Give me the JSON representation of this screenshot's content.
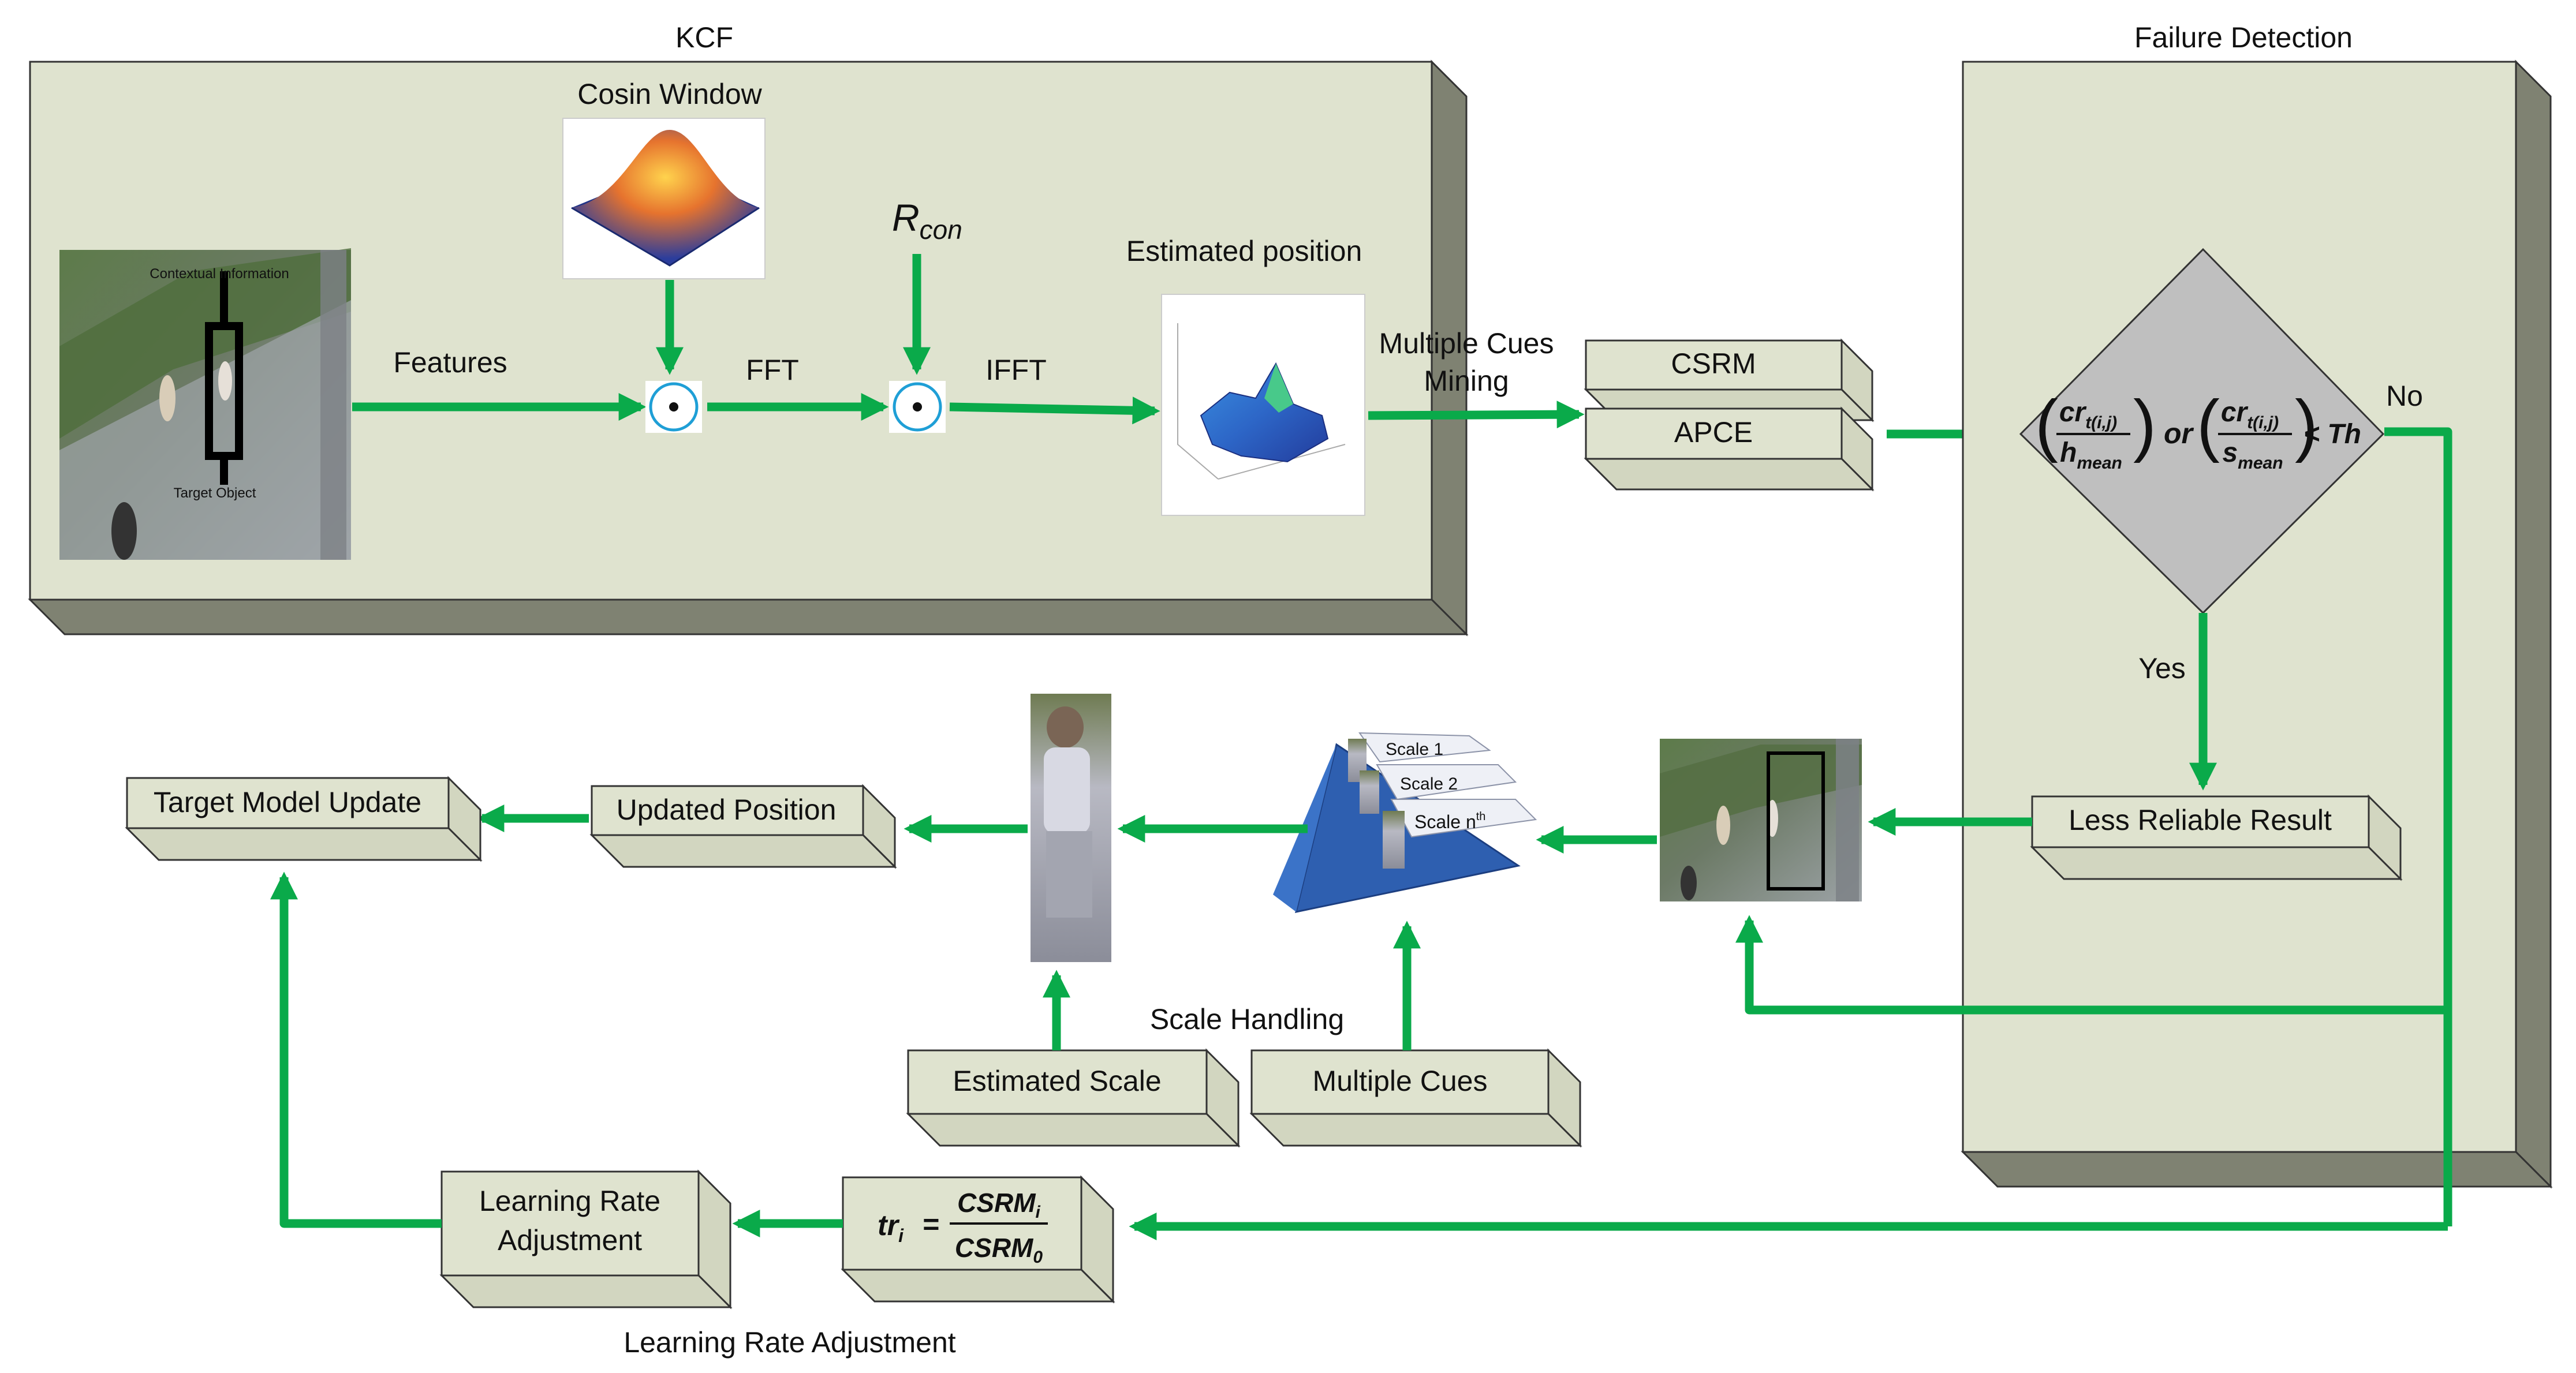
{
  "kcf": {
    "title": "KCF",
    "cosine_window_label": "Cosin Window",
    "features_label": "Features",
    "fft_label": "FFT",
    "r_con_symbol": "R",
    "r_con_subscript": "con",
    "ifft_label": "IFFT",
    "estimated_position_label": "Estimated position",
    "contextual_information_label": "Contextual Information",
    "target_object_label": "Target Object"
  },
  "cues": {
    "mining_label_line1": "Multiple Cues",
    "mining_label_line2": "Mining",
    "csrm_label": "CSRM",
    "apce_label": "APCE"
  },
  "failure_detection": {
    "title": "Failure Detection",
    "condition": {
      "left_numerator": "cr",
      "left_numerator_sub": "t(i,j)",
      "left_denominator": "h",
      "left_denominator_sub": "mean",
      "or_text": "or",
      "right_numerator": "cr",
      "right_numerator_sub": "t(i,j)",
      "right_denominator": "s",
      "right_denominator_sub": "mean",
      "tail": "< Th"
    },
    "no_label": "No",
    "yes_label": "Yes",
    "less_reliable_label": "Less Reliable Result"
  },
  "scale_handling": {
    "title": "Scale Handling",
    "scale_1": "Scale 1",
    "scale_2": "Scale 2",
    "scale_n": "Scale n",
    "scale_n_sup": "th",
    "estimated_scale_label": "Estimated Scale",
    "multiple_cues_label": "Multiple Cues"
  },
  "update": {
    "target_model_update_label": "Target Model Update",
    "updated_position_label": "Updated Position"
  },
  "learning_rate": {
    "title": "Learning Rate Adjustment",
    "box_label_line1": "Learning Rate",
    "box_label_line2": "Adjustment",
    "formula_lhs": "tr",
    "formula_lhs_sub": "i",
    "formula_eq": "=",
    "formula_numerator": "CSRM",
    "formula_numerator_sub": "i",
    "formula_denominator": "CSRM",
    "formula_denominator_sub": "0"
  },
  "colors": {
    "panel_face": "#dfe3cf",
    "panel_side": "#7f8272",
    "box_face": "#dfe3cf",
    "box_side": "#d2d6c0",
    "arrow": "#0aaa4a",
    "diamond": "#bfbfbf",
    "pyramid": "#2e5fb0"
  }
}
